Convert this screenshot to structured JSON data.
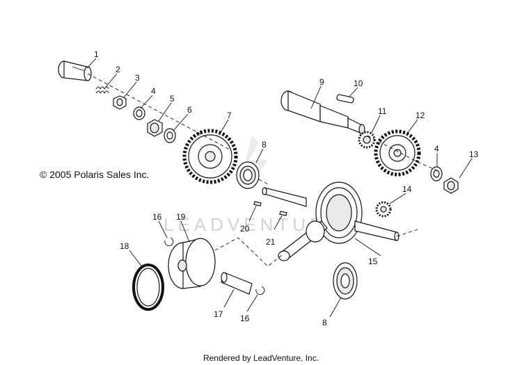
{
  "copyright": "© 2005 Polaris Sales Inc.",
  "watermark": "LEADVENTURE",
  "footer": "Rendered by LeadVenture, Inc.",
  "callouts": [
    "1",
    "2",
    "3",
    "4",
    "5",
    "6",
    "7",
    "8",
    "9",
    "10",
    "11",
    "12",
    "4",
    "13",
    "14",
    "15",
    "16",
    "19",
    "20",
    "21",
    "18",
    "17",
    "16",
    "8"
  ]
}
